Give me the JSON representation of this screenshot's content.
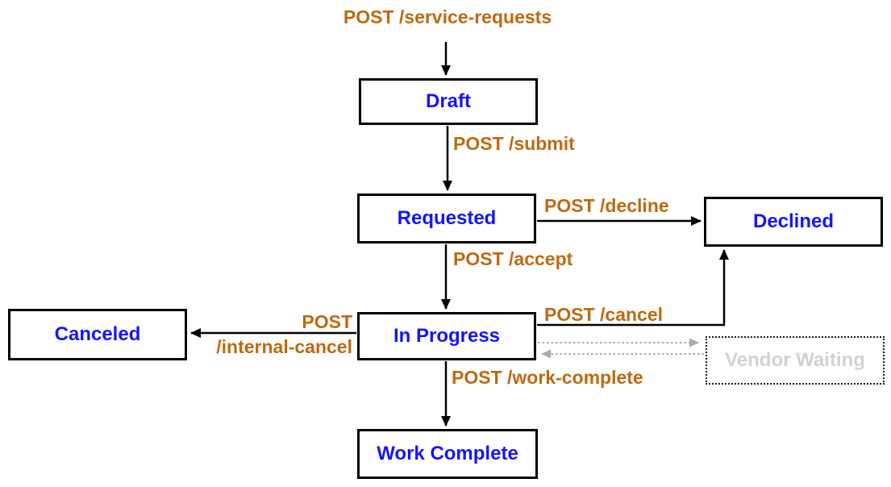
{
  "diagram": {
    "entry_label": "POST /service-requests",
    "nodes": {
      "draft": {
        "label": "Draft"
      },
      "requested": {
        "label": "Requested"
      },
      "declined": {
        "label": "Declined"
      },
      "canceled": {
        "label": "Canceled"
      },
      "in_progress": {
        "label": "In Progress"
      },
      "vendor_waiting": {
        "label": "Vendor Waiting"
      },
      "work_complete": {
        "label": "Work Complete"
      }
    },
    "edge_labels": {
      "submit": "POST /submit",
      "decline": "POST /decline",
      "accept": "POST /accept",
      "cancel": "POST /cancel",
      "internal_cancel_line1": "POST",
      "internal_cancel_line2": "/internal-cancel",
      "work_complete": "POST /work-complete"
    },
    "colors": {
      "edge_label_text": "#be6a10",
      "node_label_text": "#1414ff",
      "inactive_node_text": "#d2d2d2",
      "inactive_node_border": "#1b1b1b",
      "dotted_arrow": "#ababab",
      "solid_line": "#000000",
      "background": "#ffffff"
    }
  }
}
